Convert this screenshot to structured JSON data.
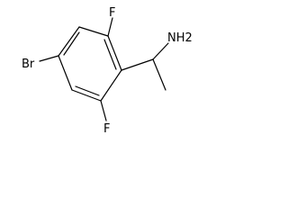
{
  "diagram": {
    "atoms": {
      "fluorine_top": "F",
      "fluorine_bottom": "F",
      "bromine": "Br",
      "amine": "NH2"
    }
  }
}
